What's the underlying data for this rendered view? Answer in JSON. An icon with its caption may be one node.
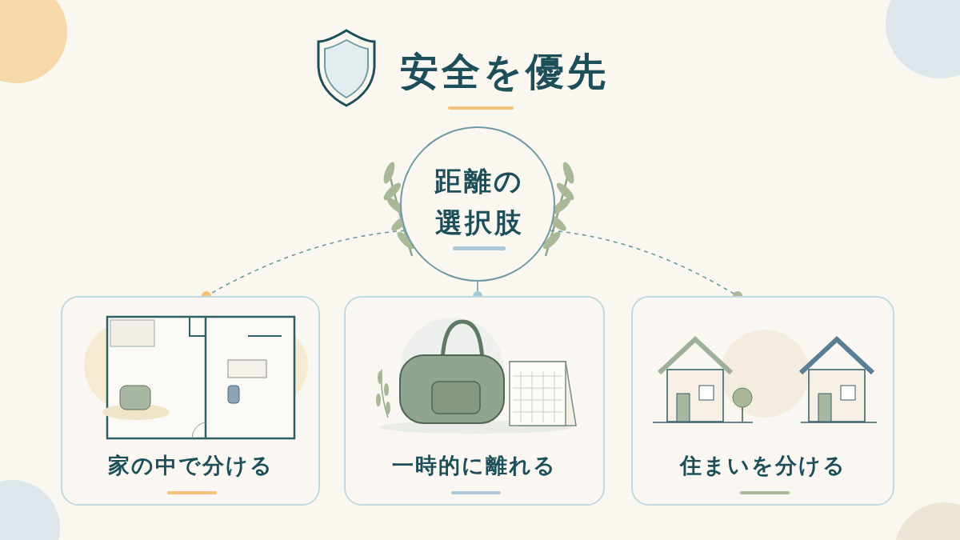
{
  "diagram": {
    "title": "安全を優先",
    "nodes": [
      {
        "text": [
          "距離の選択肢"
        ]
      },
      {
        "text": [
          "家の中で分ける"
        ]
      },
      {
        "text": [
          "一時的に離れる"
        ]
      },
      {
        "text": [
          "住まいを分ける"
        ]
      }
    ],
    "edges": [
      {
        "from": 0,
        "to": 1,
        "arrow": "other",
        "style": "dashed"
      },
      {
        "from": 0,
        "to": 2,
        "arrow": "other"
      },
      {
        "from": 0,
        "to": 3,
        "arrow": "other",
        "style": "dashed"
      }
    ]
  }
}
